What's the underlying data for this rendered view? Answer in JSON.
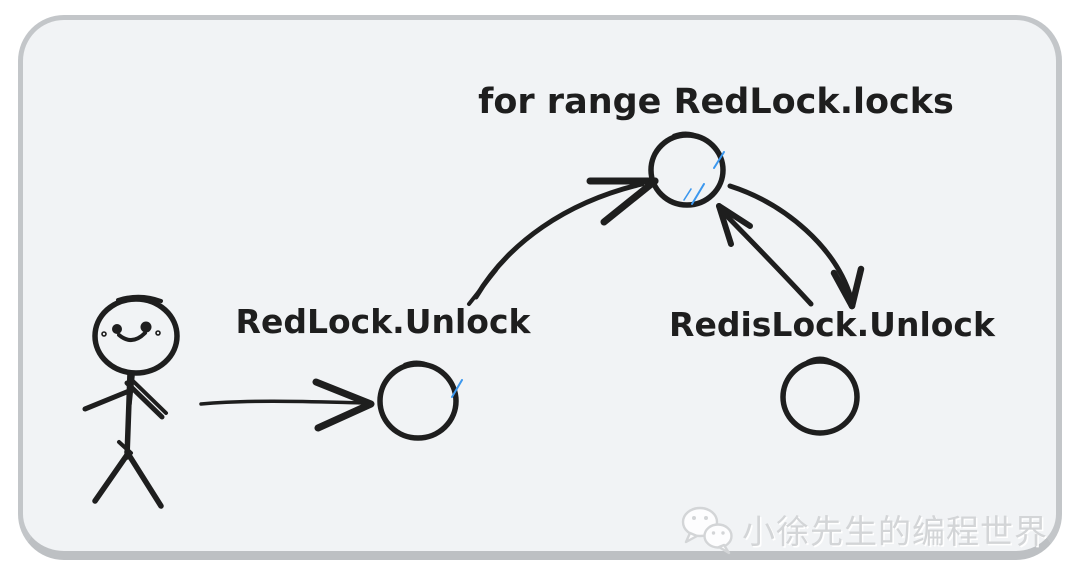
{
  "frame": {
    "page_background": "#ffffff",
    "canvas_background": "#f1f3f5",
    "border_color": "#c3c6c9"
  },
  "diagram": {
    "style": "hand-drawn-sketch",
    "ink_color": "#1e1e1e",
    "hatch_color": "#3b97ee",
    "labels": {
      "for_range": "for range RedLock.locks",
      "redlock_unlock": "RedLock.Unlock",
      "redislock_unlock": "RedisLock.Unlock"
    },
    "nodes": [
      {
        "id": "caller",
        "kind": "stick-figure"
      },
      {
        "id": "redlock-unlock",
        "kind": "hatched-circle",
        "label": "RedLock.Unlock"
      },
      {
        "id": "for-range-redlock-locks",
        "kind": "hatched-circle",
        "label": "for range RedLock.locks"
      },
      {
        "id": "redislock-unlock",
        "kind": "hatched-circle",
        "label": "RedisLock.Unlock"
      }
    ],
    "edges": [
      {
        "from": "caller",
        "to": "redlock-unlock",
        "style": "straight-arrow"
      },
      {
        "from": "redlock-unlock",
        "to": "for-range-redlock-locks",
        "style": "curved-arrow"
      },
      {
        "from": "for-range-redlock-locks",
        "to": "redislock-unlock",
        "style": "curved-arrow"
      },
      {
        "from": "redislock-unlock",
        "to": "for-range-redlock-locks",
        "style": "curved-arrow"
      }
    ]
  },
  "watermark": {
    "icon": "wechat-icon",
    "text": "小徐先生的编程世界",
    "color": "#d3d5d7"
  }
}
